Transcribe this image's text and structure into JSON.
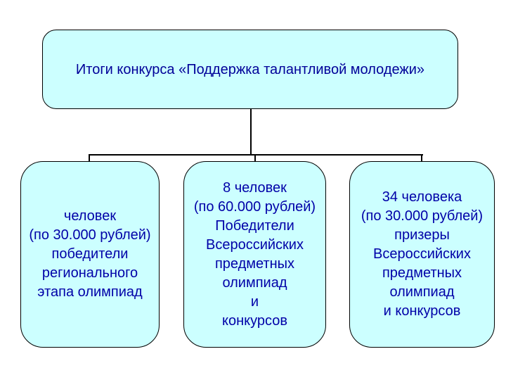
{
  "slide": {
    "background_color": "#ffffff",
    "box_fill_color": "#ccffff",
    "box_border_color": "#000000",
    "title_text_color": "#000099",
    "body_text_color": "#0000a8"
  },
  "title_box": {
    "text": "Итоги конкурса «Поддержка талантливой молодежи»"
  },
  "child_boxes": [
    {
      "id": "regional-winners",
      "lines": [
        "человек",
        "(по 30.000 рублей)",
        "победители",
        "регионального",
        "этапа олимпиад"
      ]
    },
    {
      "id": "allrussian-winners",
      "lines": [
        "8 человек",
        "(по 60.000 рублей)",
        "Победители",
        "Всероссийских",
        "предметных",
        "олимпиад",
        "и",
        "конкурсов"
      ]
    },
    {
      "id": "allrussian-prizewinners",
      "lines": [
        "34 человека",
        "(по 30.000 рублей)",
        "призеры",
        "Всероссийских",
        "предметных",
        "олимпиад",
        "и конкурсов"
      ]
    }
  ]
}
